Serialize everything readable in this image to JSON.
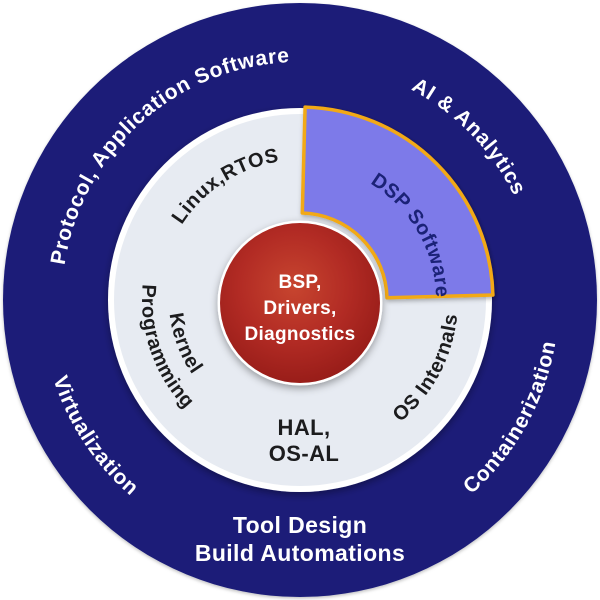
{
  "outer_ring": {
    "protocol_application_software": "Protocol, Application Software",
    "ai_analytics": "AI & Analytics",
    "virtualization": "Virtualization",
    "containerization": "Containerization",
    "tool_design_line1": "Tool Design",
    "tool_design_line2": "Build Automations"
  },
  "middle_ring": {
    "linux_rtos": "Linux,RTOS",
    "kernel_line1": "Kernel",
    "kernel_line2": "Programming",
    "hal_line1": "HAL,",
    "hal_line2": "OS-AL",
    "os_internals": "OS Internals"
  },
  "highlight_segment": {
    "label": "DSP Software"
  },
  "center": {
    "line1": "BSP,",
    "line2": "Drivers,",
    "line3": "Diagnostics"
  },
  "colors": {
    "navy": "#1a1d78",
    "ring_gray": "#e7ebf2",
    "purple": "#7d7ae9",
    "orange": "#f2a912",
    "red_hi": "#c7452f",
    "red_mid": "#b22b24",
    "red_dark": "#971c18",
    "ink": "#1c1c1e",
    "navy_text": "#1b2277",
    "white": "#ffffff"
  }
}
